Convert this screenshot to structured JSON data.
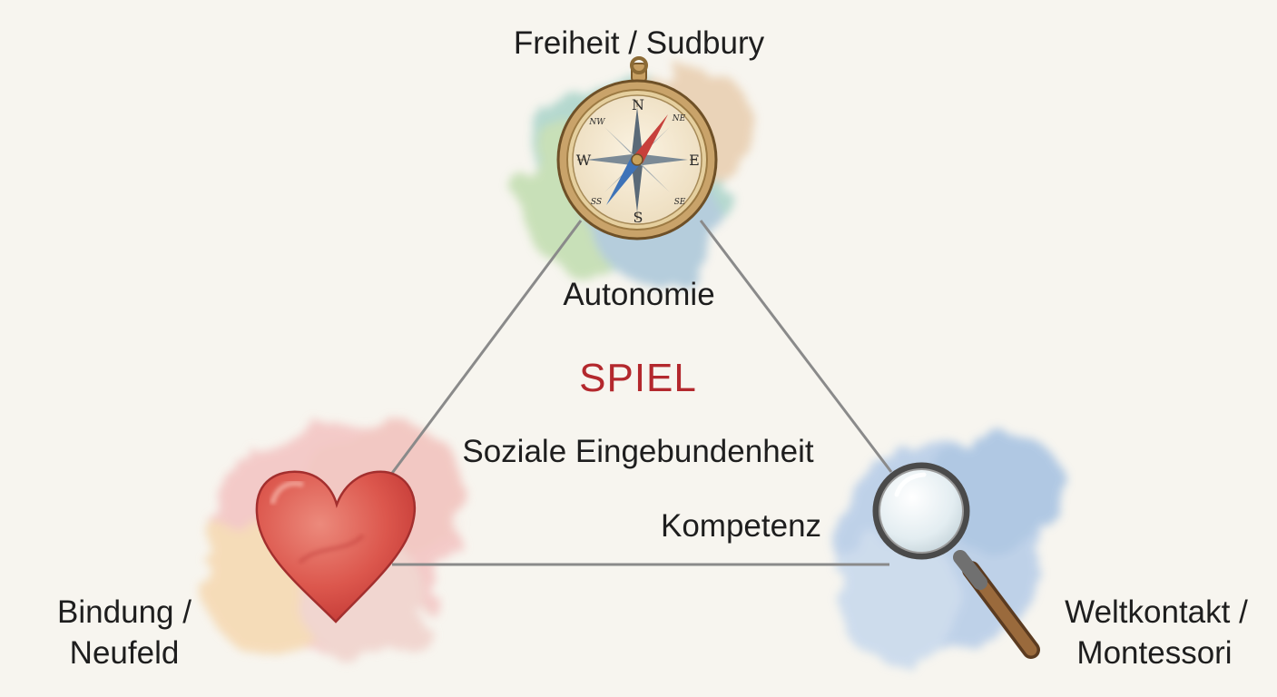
{
  "diagram": {
    "center_title": "SPIEL",
    "needs": {
      "autonomy": "Autonomie",
      "relatedness": "Soziale Eingebundenheit",
      "competence": "Kompetenz"
    },
    "corners": {
      "top": "Freiheit / Sudbury",
      "left_line1": "Bindung /",
      "left_line2": "Neufeld",
      "right_line1": "Weltkontakt /",
      "right_line2": "Montessori"
    },
    "compass_letters": {
      "n": "N",
      "e": "E",
      "s": "S",
      "w": "W",
      "ne": "NE",
      "nw": "NW",
      "se": "SE",
      "sw": "SS"
    },
    "icons": [
      "compass-icon",
      "heart-icon",
      "magnifying-glass-icon"
    ],
    "colors": {
      "accent": "#b3282d",
      "triangle_line": "#8a8a8a",
      "text": "#1e1e1e",
      "background": "#f7f5ef"
    }
  }
}
